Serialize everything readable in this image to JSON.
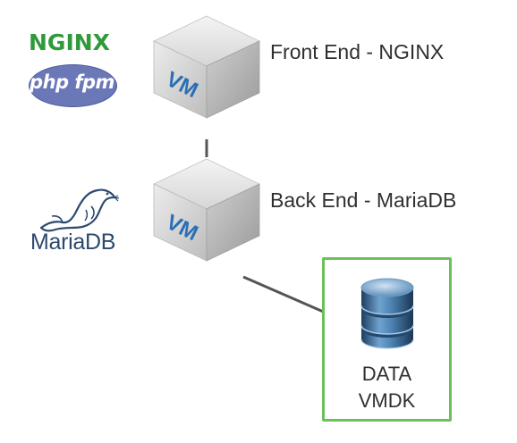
{
  "logos": {
    "nginx": "NGINX",
    "phpfpm": "php fpm",
    "mariadb": "MariaDB"
  },
  "nodes": {
    "front_end": {
      "cube_text": "VM",
      "label": "Front End - NGINX"
    },
    "back_end": {
      "cube_text": "VM",
      "label": "Back End - MariaDB"
    },
    "data_vmdk": {
      "line1": "DATA",
      "line2": "VMDK"
    }
  },
  "colors": {
    "nginx_green": "#2e9a3a",
    "phpfpm_purple": "#6a78b8",
    "mariadb_navy": "#2c4a6e",
    "vm_text_blue": "#2a6fb5",
    "data_box_border": "#6cc05a",
    "connector": "#555555",
    "database_blue": "#3a6c9a"
  },
  "icons": {
    "vm": "vm-cube-icon",
    "database": "database-icon",
    "seal": "mariadb-seal-icon"
  }
}
